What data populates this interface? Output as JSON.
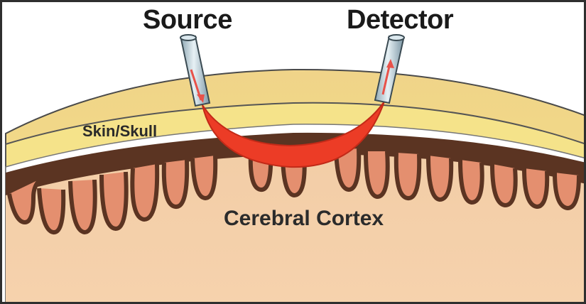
{
  "labels": {
    "source": "Source",
    "detector": "Detector",
    "skin_skull": "Skin/Skull",
    "cortex": "Cerebral Cortex"
  },
  "colors": {
    "skin_outer": "#efd78e",
    "skull_band": "#f3e486",
    "csf_gap": "#ffffff",
    "brain_fold_dark": "#5a3422",
    "brain_fold_light": "#e39070",
    "brain_base": "#efcba4",
    "light_path": "#ec3a24",
    "probe": "#b9cdd6",
    "arrow": "#e8524a"
  },
  "icons": {
    "source_probe": "cylinder-probe-icon",
    "detector_probe": "cylinder-probe-icon"
  }
}
